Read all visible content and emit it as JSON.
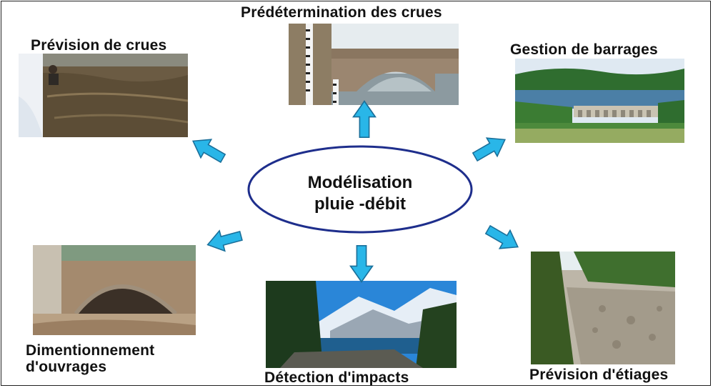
{
  "center": {
    "line1": "Modélisation",
    "line2": "pluie -débit"
  },
  "nodes": {
    "top": {
      "label": "Prédétermination des crues"
    },
    "top_left": {
      "label": "Prévision de crues"
    },
    "top_right": {
      "label": "Gestion de barrages"
    },
    "bottom_left": {
      "label_line1": "Dimentionnement",
      "label_line2": "d'ouvrages"
    },
    "bottom": {
      "label": "Détection d'impacts"
    },
    "bottom_right": {
      "label": "Prévision d'étiages"
    }
  },
  "colors": {
    "arrow_fill": "#29b6e8",
    "arrow_stroke": "#1a6f9a",
    "ellipse_stroke": "#1e2e8c"
  }
}
